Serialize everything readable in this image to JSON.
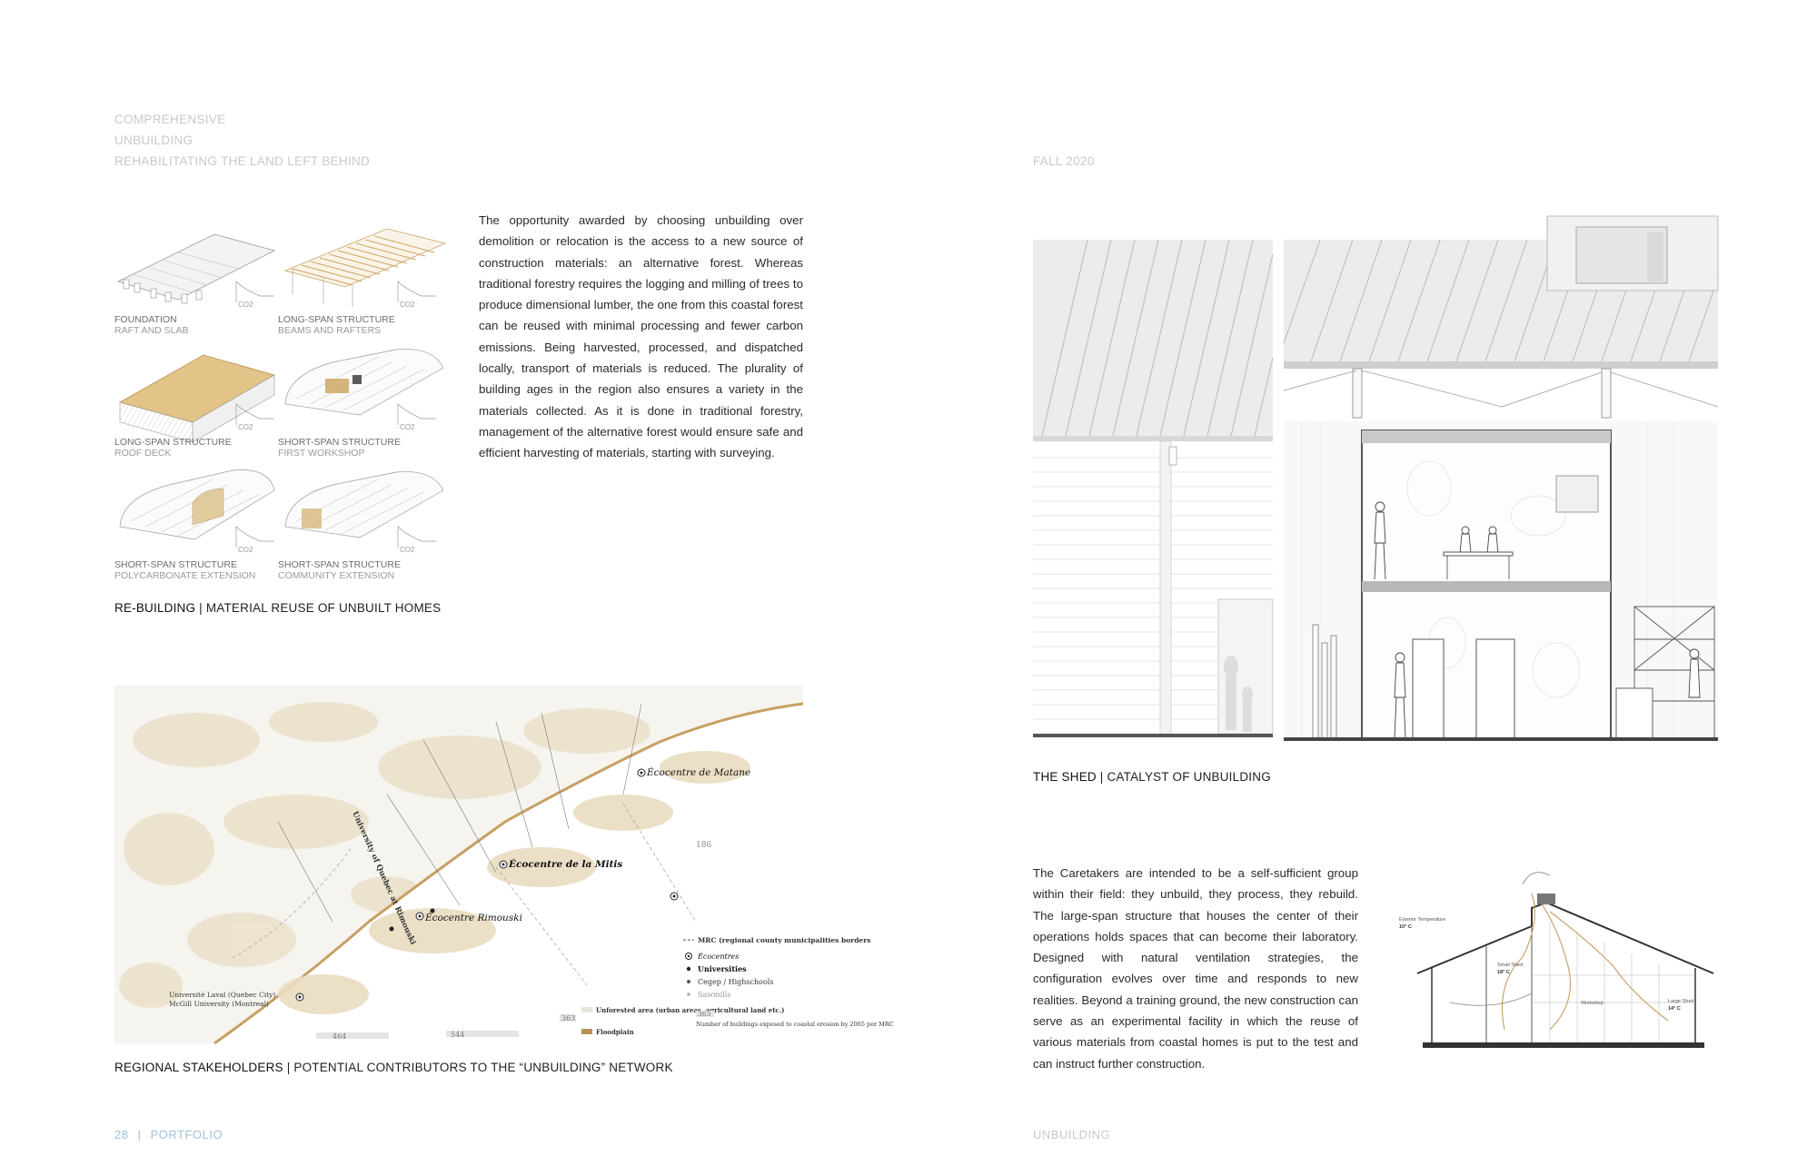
{
  "header": {
    "line1": "COMPREHENSIVE",
    "line2": "UNBUILDING",
    "line3": "REHABILITATING THE LAND LEFT BEHIND",
    "right": "FALL 2020"
  },
  "intro_paragraph": "The opportunity awarded by choosing unbuilding over demolition or relocation is the access to a new source of construction materials: an alternative forest. Whereas traditional forestry requires the logging and milling of trees to produce dimensional lumber, the one from this coastal forest can be reused with minimal processing and fewer carbon emissions. Being harvested, processed, and dispatched locally, transport of materials is reduced. The plurality of building ages in the region also ensures a variety in the materials collected. As it is done in traditional forestry, management of the alternative forest would ensure safe and efficient harvesting of materials, starting with surveying.",
  "diagrams": [
    {
      "title": "FOUNDATION",
      "sub": "RAFT AND SLAB",
      "co2": "CO2"
    },
    {
      "title": "LONG-SPAN STRUCTURE",
      "sub": "BEAMS AND RAFTERS",
      "co2": "CO2"
    },
    {
      "title": "LONG-SPAN STRUCTURE",
      "sub": "ROOF DECK",
      "co2": "CO2"
    },
    {
      "title": "SHORT-SPAN STRUCTURE",
      "sub": "FIRST WORKSHOP",
      "co2": "CO2"
    },
    {
      "title": "SHORT-SPAN STRUCTURE",
      "sub": "POLYCARBONATE EXTENSION",
      "co2": "CO2"
    },
    {
      "title": "SHORT-SPAN STRUCTURE",
      "sub": "COMMUNITY EXTENSION",
      "co2": "CO2"
    }
  ],
  "caption_rebuilding": {
    "bold": "RE-BUILDING",
    "rest": " | MATERIAL REUSE OF UNBUILT HOMES"
  },
  "map": {
    "labels": {
      "ecocentre_matane": "Écocentre de Matane",
      "ecocentre_mitis": "Écocentre de la Mitis",
      "ecocentre_rimouski": "Écocentre Rimouski",
      "uqar": "University of Quebec at Rimouski",
      "laval": "Université Laval (Quebec City)",
      "mcgill": "McGill University (Montreal)",
      "num_464": "464",
      "num_544": "544",
      "num_186": "186",
      "num_363": "363"
    },
    "legend": {
      "mrc": "MRC (regional county municipalities borders",
      "ecocentres": "Écocentres",
      "universities": "Universities",
      "cegep": "Cegep / Highschools",
      "sawmills": "Sawmills",
      "unforested": "Unforested area (urban areas, agricultural land etc.)",
      "floodplain": "Floodplain",
      "buildings_num": "363",
      "buildings_text": "Number of buildings exposed to coastal erosion by 2065 per MRC"
    }
  },
  "caption_regional": {
    "bold": "REGIONAL STAKEHOLDERS",
    "rest": " | POTENTIAL CONTRIBUTORS TO THE “UNBUILDING” NETWORK"
  },
  "caption_shed": {
    "bold": "THE SHED",
    "rest": " | CATALYST OF UNBUILDING"
  },
  "caretakers_paragraph": "The Caretakers are intended to be a self-sufficient group within their field: they unbuild, they process, they rebuild. The large-span structure that houses the center of their operations holds spaces that can become their laboratory. Designed with natural ventilation strategies, the configuration evolves over time and responds to new realities. Beyond a training ground, the new construction can serve as an experimental facility in which the reuse of various materials from coastal homes is put to the test and can instruct further construction.",
  "section_labels": {
    "exterior_temp": "Exterior Temperature",
    "exterior_val": "10° C",
    "small_shed": "Small Shed",
    "small_val": "18° C",
    "workshop": "Workshop",
    "large_shed": "Large Shed",
    "large_val": "14° C"
  },
  "footer": {
    "page": "28",
    "sep": "|",
    "left": "PORTFOLIO",
    "right": "UNBUILDING"
  },
  "colors": {
    "header_gray": "#c9c9c9",
    "folio_blue": "#9fc0dc",
    "wood": "#d9b87a",
    "map_sand": "#e8d9bd",
    "floodplain": "#b8905a"
  }
}
